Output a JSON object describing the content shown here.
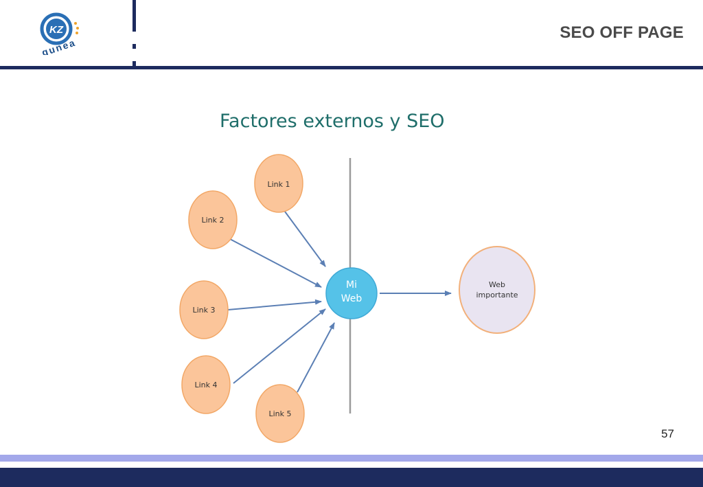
{
  "header": {
    "logo_text": "gunea",
    "logo_initials": "KZ",
    "title": "SEO OFF PAGE"
  },
  "diagram": {
    "heading": "Factores externos y SEO",
    "links": [
      {
        "label": "Link 1"
      },
      {
        "label": "Link 2"
      },
      {
        "label": "Link 3"
      },
      {
        "label": "Link 4"
      },
      {
        "label": "Link 5"
      }
    ],
    "center": {
      "line1": "Mi",
      "line2": "Web"
    },
    "target": {
      "line1": "Web",
      "line2": "importante"
    }
  },
  "footer": {
    "slide_number": "57"
  },
  "colors": {
    "navy": "#1d2b5e",
    "lavender": "#a3a8ea",
    "title_gray": "#4a4a4a",
    "heading_teal": "#1f6e6a",
    "link_fill": "#fbc59a",
    "link_stroke": "#f2a766",
    "center_fill": "#55c2e8",
    "target_fill": "#e9e4f1",
    "target_stroke": "#f2b07a",
    "arrow": "#5b7fb4",
    "divider": "#9a9a9a",
    "logo_blue": "#2a6fb5",
    "logo_orange": "#f0a32a"
  }
}
